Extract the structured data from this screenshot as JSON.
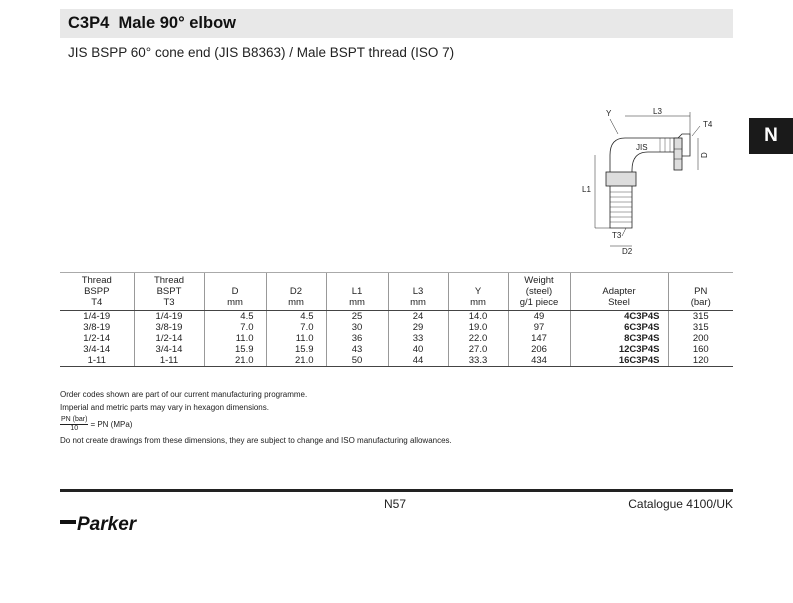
{
  "header": {
    "code": "C3P4",
    "title": "Male 90° elbow",
    "subtitle": "JIS BSPP 60° cone end (JIS B8363) / Male BSPT thread (ISO 7)"
  },
  "side_tab": "N",
  "drawing": {
    "labels": {
      "y": "Y",
      "l3": "L3",
      "t4": "T4",
      "jis": "JIS",
      "d": "D",
      "l1": "L1",
      "t3": "T3",
      "d2": "D2"
    }
  },
  "table": {
    "headers": [
      [
        "Thread",
        "BSPP",
        "T4"
      ],
      [
        "Thread",
        "BSPT",
        "T3"
      ],
      [
        "",
        "D",
        "mm"
      ],
      [
        "",
        "D2",
        "mm"
      ],
      [
        "",
        "L1",
        "mm"
      ],
      [
        "",
        "L3",
        "mm"
      ],
      [
        "",
        "Y",
        "mm"
      ],
      [
        "Weight",
        "(steel)",
        "g/1 piece"
      ],
      [
        "",
        "Adapter",
        "Steel"
      ],
      [
        "",
        "PN",
        "(bar)"
      ]
    ],
    "rows": [
      [
        "1/4-19",
        "1/4-19",
        "4.5",
        "4.5",
        "25",
        "24",
        "14.0",
        "49",
        "4C3P4S",
        "315"
      ],
      [
        "3/8-19",
        "3/8-19",
        "7.0",
        "7.0",
        "30",
        "29",
        "19.0",
        "97",
        "6C3P4S",
        "315"
      ],
      [
        "1/2-14",
        "1/2-14",
        "11.0",
        "11.0",
        "36",
        "33",
        "22.0",
        "147",
        "8C3P4S",
        "200"
      ],
      [
        "3/4-14",
        "3/4-14",
        "15.9",
        "15.9",
        "43",
        "40",
        "27.0",
        "206",
        "12C3P4S",
        "160"
      ],
      [
        "1-11",
        "1-11",
        "21.0",
        "21.0",
        "50",
        "44",
        "33.3",
        "434",
        "16C3P4S",
        "120"
      ]
    ]
  },
  "notes": {
    "line1": "Order codes shown are part of our current manufacturing programme.",
    "line2": "Imperial and metric parts may vary in hexagon dimensions.",
    "pn_num": "PN (bar)",
    "pn_den": "10",
    "pn_rest": "= PN (MPa)",
    "line3": "Do not create drawings from these dimensions, they are subject to change and ISO manufacturing allowances."
  },
  "footer": {
    "page": "N57",
    "catalogue": "Catalogue 4100/UK",
    "logo_text": "Parker"
  },
  "colors": {
    "title_bar": "#e8e8e8",
    "tab": "#1a1a1a",
    "rule": "#222222"
  }
}
